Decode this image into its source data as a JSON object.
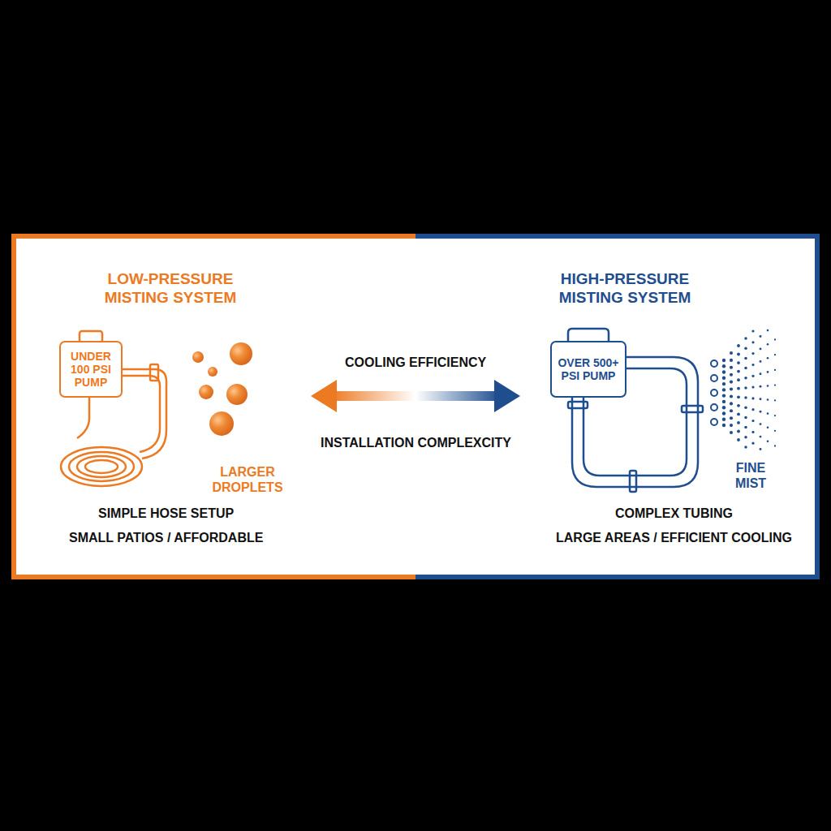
{
  "diagram": {
    "nodes": [
      {
        "text": [
          "UNDER 100 PSI PUMP"
        ]
      },
      {
        "text": [
          "OVER 500+ PSI PUMP"
        ]
      }
    ],
    "labels": [
      "LOW-PRESSURE MISTING SYSTEM",
      "LARGER DROPLETS",
      "SIMPLE HOSE SETUP",
      "SMALL PATIOS / AFFORDABLE",
      "COOLING EFFICIENCY",
      "INSTALLATION COMPLEXCITY",
      "HIGH-PRESSURE MISTING SYSTEM",
      "FINE MIST",
      "COMPLEX TUBING",
      "LARGE AREAS / EFFICIENT COOLING"
    ]
  }
}
